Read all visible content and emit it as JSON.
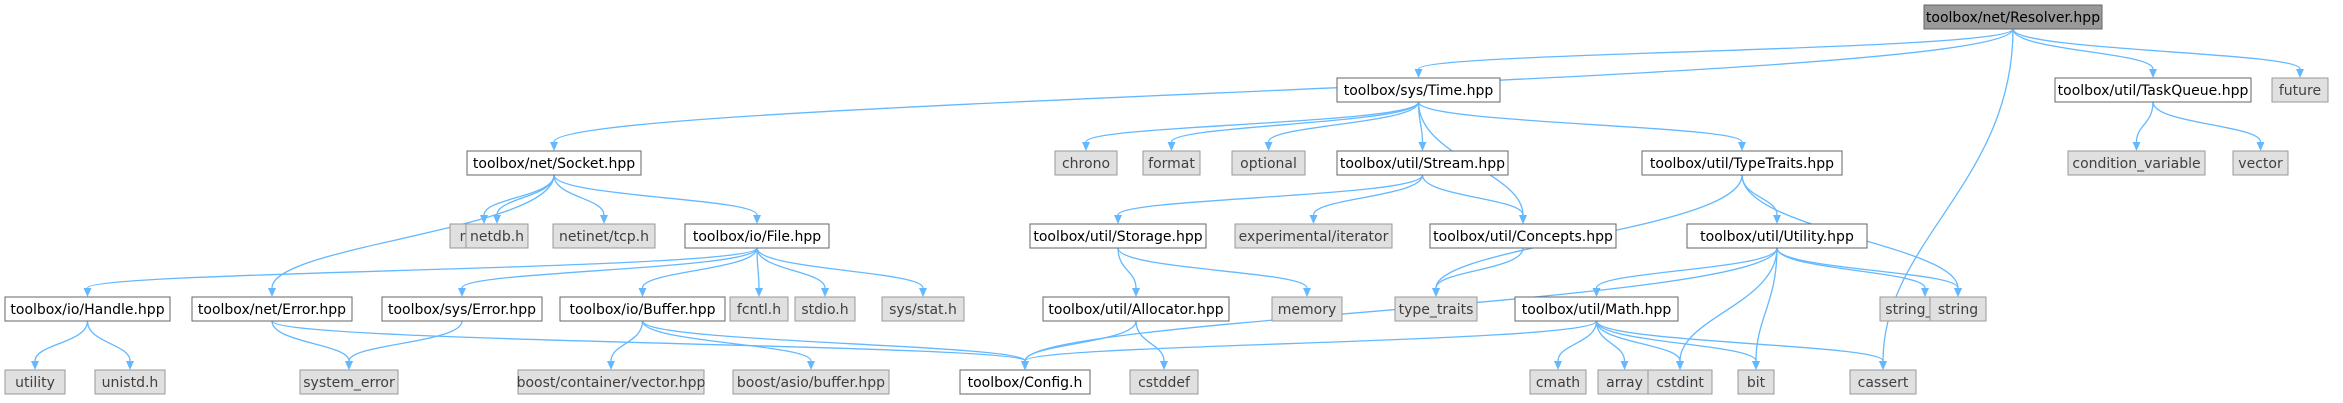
{
  "nodes": [
    {
      "id": "resolver",
      "label": "toolbox/net/Resolver.hpp",
      "kind": "root"
    },
    {
      "id": "time",
      "label": "toolbox/sys/Time.hpp",
      "kind": "internal"
    },
    {
      "id": "taskqueue",
      "label": "toolbox/util/TaskQueue.hpp",
      "kind": "internal"
    },
    {
      "id": "future",
      "label": "future",
      "kind": "external"
    },
    {
      "id": "socket",
      "label": "toolbox/net/Socket.hpp",
      "kind": "internal"
    },
    {
      "id": "chrono",
      "label": "chrono",
      "kind": "external"
    },
    {
      "id": "format",
      "label": "format",
      "kind": "external"
    },
    {
      "id": "optional",
      "label": "optional",
      "kind": "external"
    },
    {
      "id": "stream",
      "label": "toolbox/util/Stream.hpp",
      "kind": "internal"
    },
    {
      "id": "typetraits",
      "label": "toolbox/util/TypeTraits.hpp",
      "kind": "internal"
    },
    {
      "id": "condvar",
      "label": "condition_variable",
      "kind": "external"
    },
    {
      "id": "vector",
      "label": "vector",
      "kind": "external"
    },
    {
      "id": "netif",
      "label": "net/if.h",
      "kind": "external"
    },
    {
      "id": "netdb",
      "label": "netdb.h",
      "kind": "external"
    },
    {
      "id": "netinettcp",
      "label": "netinet/tcp.h",
      "kind": "external"
    },
    {
      "id": "file",
      "label": "toolbox/io/File.hpp",
      "kind": "internal"
    },
    {
      "id": "storage",
      "label": "toolbox/util/Storage.hpp",
      "kind": "internal"
    },
    {
      "id": "expiterator",
      "label": "experimental/iterator",
      "kind": "external"
    },
    {
      "id": "concepts",
      "label": "toolbox/util/Concepts.hpp",
      "kind": "internal"
    },
    {
      "id": "utility",
      "label": "toolbox/util/Utility.hpp",
      "kind": "internal"
    },
    {
      "id": "handle",
      "label": "toolbox/io/Handle.hpp",
      "kind": "internal"
    },
    {
      "id": "neterror",
      "label": "toolbox/net/Error.hpp",
      "kind": "internal"
    },
    {
      "id": "syserror",
      "label": "toolbox/sys/Error.hpp",
      "kind": "internal"
    },
    {
      "id": "buffer",
      "label": "toolbox/io/Buffer.hpp",
      "kind": "internal"
    },
    {
      "id": "fcntl",
      "label": "fcntl.h",
      "kind": "external"
    },
    {
      "id": "stdio",
      "label": "stdio.h",
      "kind": "external"
    },
    {
      "id": "sysstat",
      "label": "sys/stat.h",
      "kind": "external"
    },
    {
      "id": "allocator",
      "label": "toolbox/util/Allocator.hpp",
      "kind": "internal"
    },
    {
      "id": "memory",
      "label": "memory",
      "kind": "external"
    },
    {
      "id": "typetraitsstd",
      "label": "type_traits",
      "kind": "external"
    },
    {
      "id": "math",
      "label": "toolbox/util/Math.hpp",
      "kind": "internal"
    },
    {
      "id": "stringview",
      "label": "string_view",
      "kind": "external"
    },
    {
      "id": "string",
      "label": "string",
      "kind": "external"
    },
    {
      "id": "utilitystd",
      "label": "utility",
      "kind": "external"
    },
    {
      "id": "unistd",
      "label": "unistd.h",
      "kind": "external"
    },
    {
      "id": "systemerror",
      "label": "system_error",
      "kind": "external"
    },
    {
      "id": "boostvector",
      "label": "boost/container/vector.hpp",
      "kind": "external"
    },
    {
      "id": "boostbuffer",
      "label": "boost/asio/buffer.hpp",
      "kind": "external"
    },
    {
      "id": "config",
      "label": "toolbox/Config.h",
      "kind": "internal"
    },
    {
      "id": "cstddef",
      "label": "cstddef",
      "kind": "external"
    },
    {
      "id": "cmath",
      "label": "cmath",
      "kind": "external"
    },
    {
      "id": "array",
      "label": "array",
      "kind": "external"
    },
    {
      "id": "cstdint",
      "label": "cstdint",
      "kind": "external"
    },
    {
      "id": "bit",
      "label": "bit",
      "kind": "external"
    },
    {
      "id": "cassert",
      "label": "cassert",
      "kind": "external"
    }
  ],
  "edges": [
    [
      "resolver",
      "time"
    ],
    [
      "resolver",
      "taskqueue"
    ],
    [
      "resolver",
      "future"
    ],
    [
      "resolver",
      "socket"
    ],
    [
      "resolver",
      "cassert"
    ],
    [
      "time",
      "chrono"
    ],
    [
      "time",
      "format"
    ],
    [
      "time",
      "optional"
    ],
    [
      "time",
      "stream"
    ],
    [
      "time",
      "typetraits"
    ],
    [
      "time",
      "concepts"
    ],
    [
      "taskqueue",
      "condvar"
    ],
    [
      "taskqueue",
      "vector"
    ],
    [
      "socket",
      "netif"
    ],
    [
      "socket",
      "netdb"
    ],
    [
      "socket",
      "netinettcp"
    ],
    [
      "socket",
      "file"
    ],
    [
      "socket",
      "neterror"
    ],
    [
      "stream",
      "storage"
    ],
    [
      "stream",
      "expiterator"
    ],
    [
      "stream",
      "concepts"
    ],
    [
      "typetraits",
      "utility"
    ],
    [
      "typetraits",
      "typetraitsstd"
    ],
    [
      "typetraits",
      "string"
    ],
    [
      "file",
      "handle"
    ],
    [
      "file",
      "syserror"
    ],
    [
      "file",
      "buffer"
    ],
    [
      "file",
      "fcntl"
    ],
    [
      "file",
      "stdio"
    ],
    [
      "file",
      "sysstat"
    ],
    [
      "storage",
      "allocator"
    ],
    [
      "storage",
      "memory"
    ],
    [
      "concepts",
      "typetraitsstd"
    ],
    [
      "utility",
      "math"
    ],
    [
      "utility",
      "stringview"
    ],
    [
      "utility",
      "string"
    ],
    [
      "utility",
      "cstdint"
    ],
    [
      "utility",
      "bit"
    ],
    [
      "utility",
      "config"
    ],
    [
      "handle",
      "utilitystd"
    ],
    [
      "handle",
      "unistd"
    ],
    [
      "neterror",
      "systemerror"
    ],
    [
      "neterror",
      "config"
    ],
    [
      "syserror",
      "systemerror"
    ],
    [
      "buffer",
      "boostvector"
    ],
    [
      "buffer",
      "boostbuffer"
    ],
    [
      "buffer",
      "config"
    ],
    [
      "allocator",
      "config"
    ],
    [
      "allocator",
      "cstddef"
    ],
    [
      "math",
      "cmath"
    ],
    [
      "math",
      "array"
    ],
    [
      "math",
      "cstdint"
    ],
    [
      "math",
      "bit"
    ],
    [
      "math",
      "cassert"
    ],
    [
      "math",
      "config"
    ]
  ]
}
